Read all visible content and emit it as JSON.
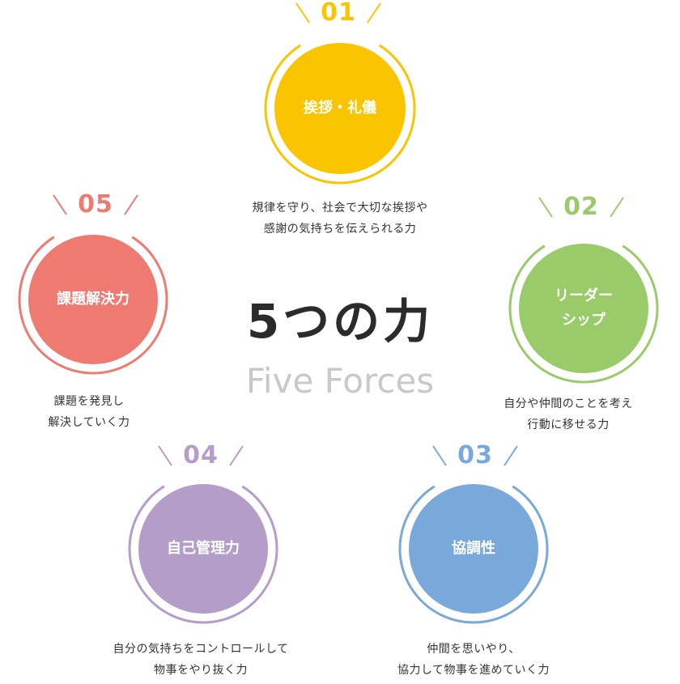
{
  "title_jp": "5つの力",
  "title_en": "Five Forces",
  "forces": [
    {
      "num": "01",
      "label": "挨拶・礼儀",
      "description": "規律を守り、社会で大切な挨拶や\n感謝の気持ちを伝えられる力",
      "color": "#FBC400"
    },
    {
      "num": "02",
      "label": "リーダー\nシップ",
      "description": "自分や仲間のことを考え\n行動に移せる力",
      "color": "#9ACB6A"
    },
    {
      "num": "03",
      "label": "協調性",
      "description": "仲間を思いやり、\n協力して物事を進めていく力",
      "color": "#79A9DA"
    },
    {
      "num": "04",
      "label": "自己管理力",
      "description": "自分の気持ちをコントロールして\n物事をやり抜く力",
      "color": "#B49DC8"
    },
    {
      "num": "05",
      "label": "課題解決力",
      "description": "課題を発見し\n解決していく力",
      "color": "#EE7A72"
    }
  ]
}
